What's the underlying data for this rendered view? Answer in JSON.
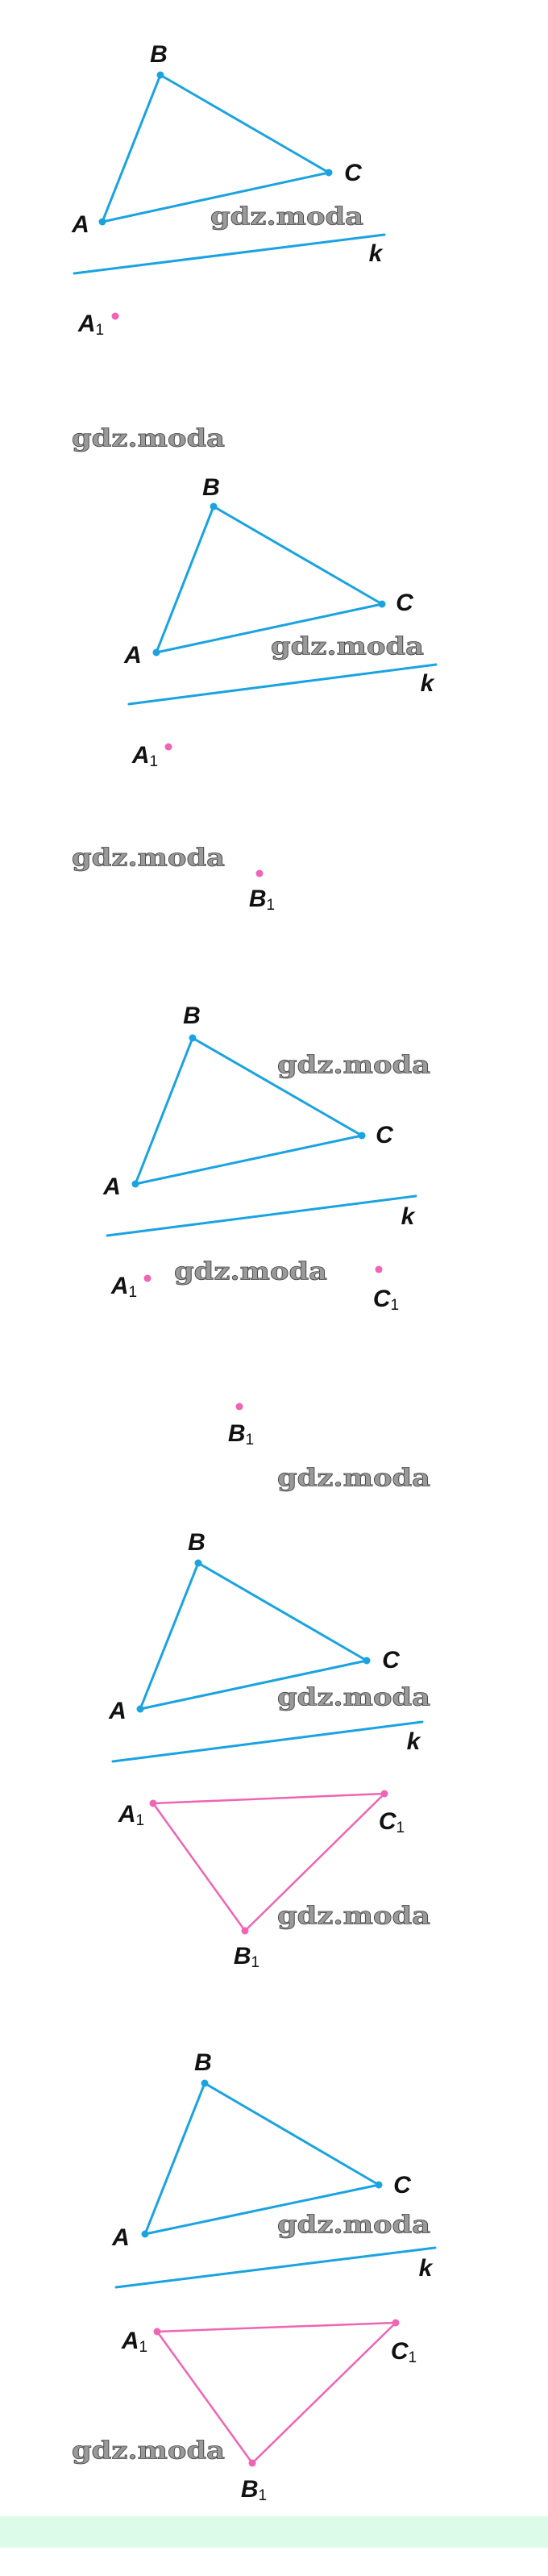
{
  "labels": {
    "A": "A",
    "B": "B",
    "C": "C",
    "line": "k",
    "subscript": "1"
  },
  "watermark": "gdz.moda",
  "colors": {
    "original": "#1aa3e0",
    "image": "#f064b4",
    "footer": "#dcfbe9"
  },
  "panels": [
    {
      "step": 1,
      "shown_images": [
        "A1"
      ],
      "image_triangle": false
    },
    {
      "step": 2,
      "shown_images": [
        "A1",
        "B1"
      ],
      "image_triangle": false
    },
    {
      "step": 3,
      "shown_images": [
        "A1",
        "B1",
        "C1"
      ],
      "image_triangle": false
    },
    {
      "step": 4,
      "shown_images": [
        "A1",
        "B1",
        "C1"
      ],
      "image_triangle": true
    },
    {
      "step": 5,
      "shown_images": [
        "A1",
        "B1",
        "C1"
      ],
      "image_triangle": true
    }
  ]
}
